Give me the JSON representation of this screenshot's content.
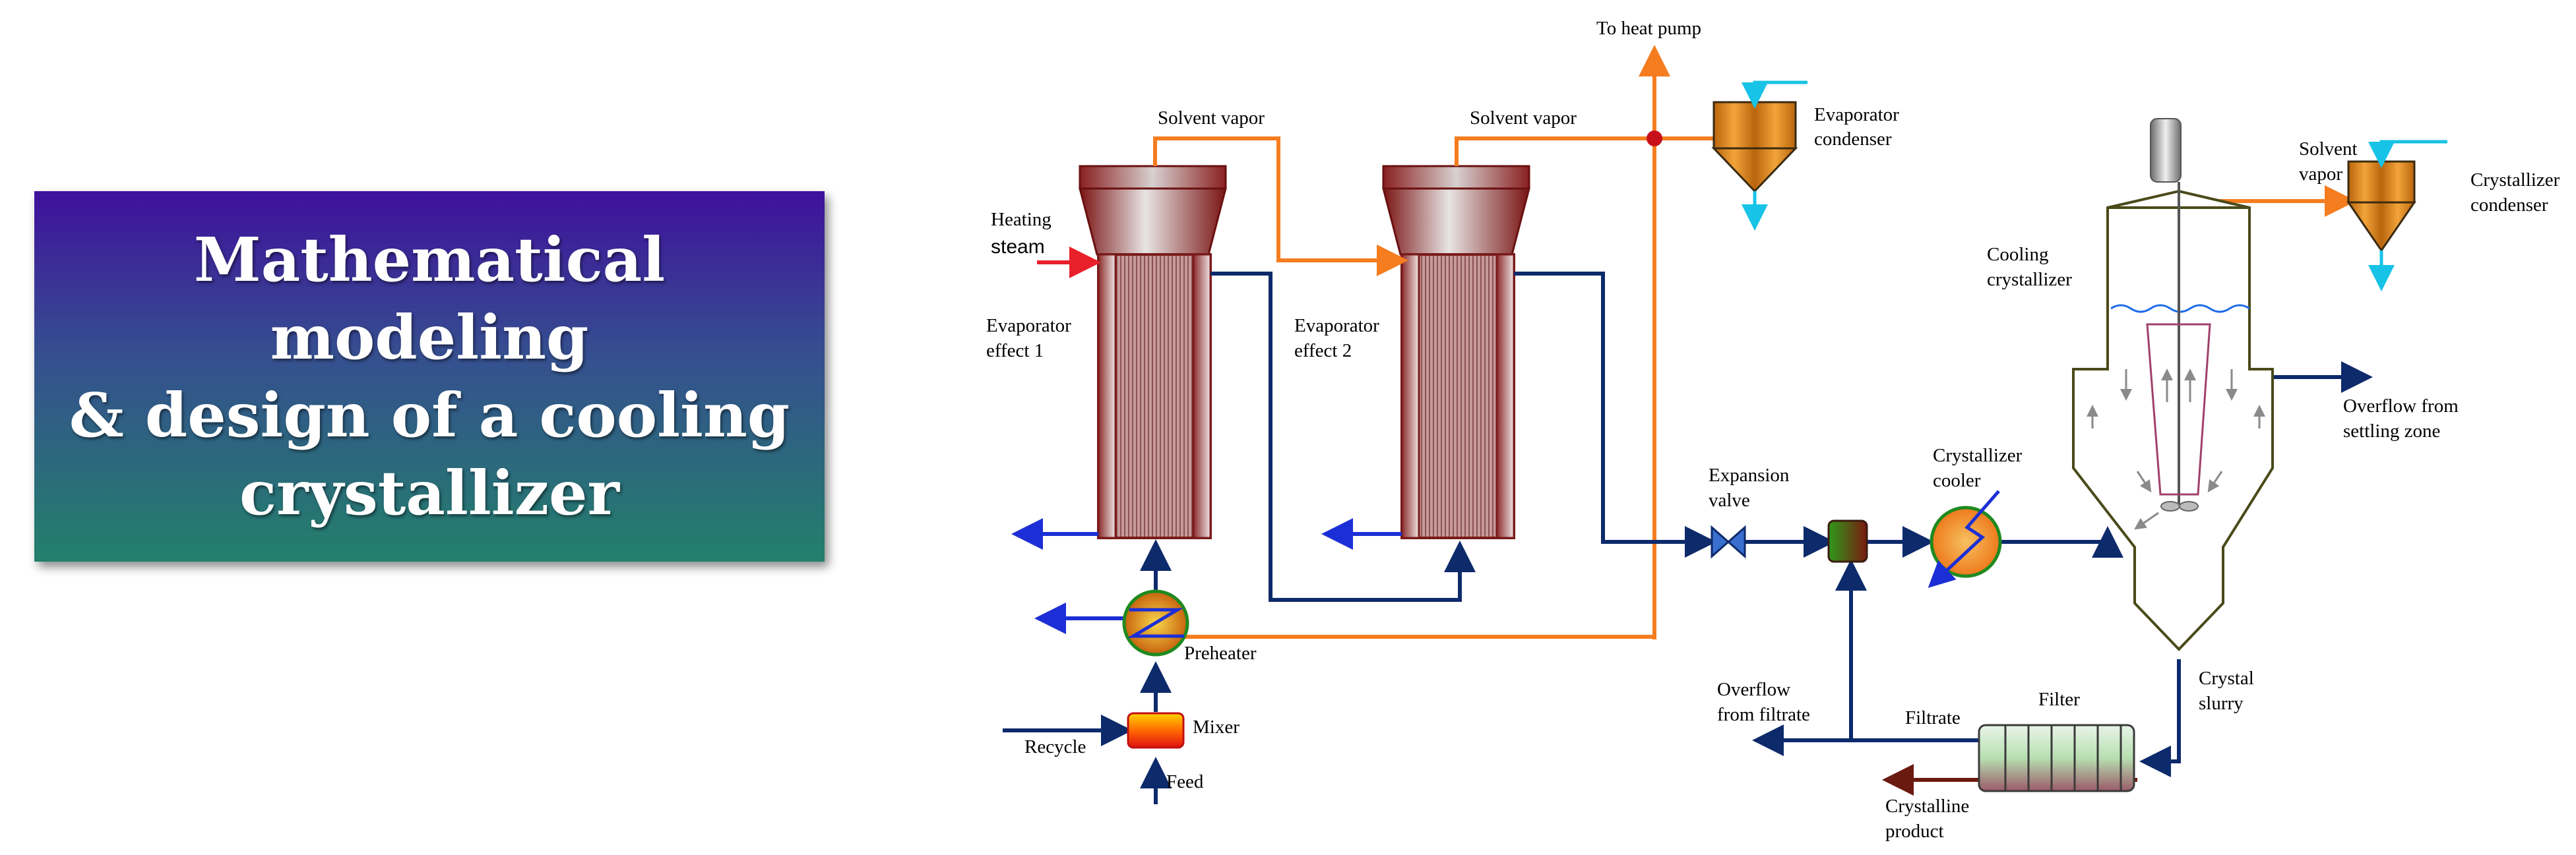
{
  "title": {
    "line1": "Mathematical modeling",
    "line2": "& design of a cooling",
    "line3": "crystallizer"
  },
  "labels": {
    "to_heat_pump": "To heat pump",
    "solvent_vapor_1": "Solvent vapor",
    "solvent_vapor_2": "Solvent vapor",
    "evaporator_condenser_1": "Evaporator",
    "evaporator_condenser_2": "condenser",
    "heating_steam_1": "Heating",
    "heating_steam_2": "steam",
    "evap_effect1_1": "Evaporator",
    "evap_effect1_2": "effect 1",
    "evap_effect2_1": "Evaporator",
    "evap_effect2_2": "effect 2",
    "expansion_valve_1": "Expansion",
    "expansion_valve_2": "valve",
    "crystallizer_cooler_1": "Crystallizer",
    "crystallizer_cooler_2": "cooler",
    "cooling_crystallizer_1": "Cooling",
    "cooling_crystallizer_2": "crystallizer",
    "solvent_vapor_3a": "Solvent",
    "solvent_vapor_3b": "vapor",
    "crystallizer_condenser_1": "Crystallizer",
    "crystallizer_condenser_2": "condenser",
    "overflow_settling_1": "Overflow from",
    "overflow_settling_2": "settling zone",
    "preheater": "Preheater",
    "mixer": "Mixer",
    "recycle": "Recycle",
    "feed": "Feed",
    "overflow_filtrate_1": "Overflow",
    "overflow_filtrate_2": "from filtrate",
    "filtrate": "Filtrate",
    "filter": "Filter",
    "crystal_slurry_1": "Crystal",
    "crystal_slurry_2": "slurry",
    "crystalline_product_1": "Crystalline",
    "crystalline_product_2": "product"
  },
  "colors": {
    "liquid_line": "#0d2a6b",
    "vapor_line": "#f57c1f",
    "steam_line": "#e8202a",
    "cold_utility": "#1c2fd6",
    "condenser_water": "#17c3e6",
    "product_line": "#6b1a10",
    "evaporator_body": "#7a1a1a"
  }
}
